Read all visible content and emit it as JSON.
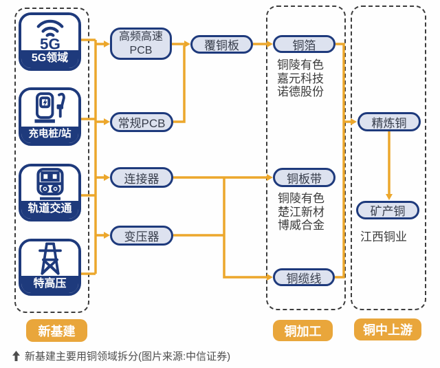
{
  "colors": {
    "navy": "#1e3a7c",
    "node_fill": "#dde2ef",
    "wire_orange": "#eca72c",
    "label_orange": "#e9a63b",
    "text_dark": "#3b3b3b"
  },
  "left_column": {
    "label": "新基建",
    "tiles": [
      {
        "label": "5G领域",
        "icon": "wifi-5g-icon",
        "icon_text": "5G"
      },
      {
        "label": "充电桩/站",
        "icon": "charging-station-icon"
      },
      {
        "label": "轨道交通",
        "icon": "train-icon"
      },
      {
        "label": "特高压",
        "icon": "power-tower-icon"
      }
    ]
  },
  "process_nodes": {
    "hf_pcb": {
      "line1": "高频高速",
      "line2": "PCB"
    },
    "reg_pcb": {
      "label": "常规PCB"
    },
    "connector": {
      "label": "连接器"
    },
    "transformer": {
      "label": "变压器"
    },
    "ccl": {
      "label": "覆铜板"
    }
  },
  "middle_column": {
    "label": "铜加工",
    "foil": {
      "label": "铜箔",
      "companies": [
        "铜陵有色",
        "嘉元科技",
        "诺德股份"
      ]
    },
    "strip": {
      "label": "铜板带",
      "companies": [
        "铜陵有色",
        "楚江新材",
        "博威合金"
      ]
    },
    "cable": {
      "label": "铜缆线"
    }
  },
  "right_column": {
    "label": "铜中上游",
    "refined": {
      "label": "精炼铜"
    },
    "mineral": {
      "label": "矿产铜",
      "company": "江西铜业"
    }
  },
  "caption": "新基建主要用铜领域拆分(图片来源:中信证券)"
}
